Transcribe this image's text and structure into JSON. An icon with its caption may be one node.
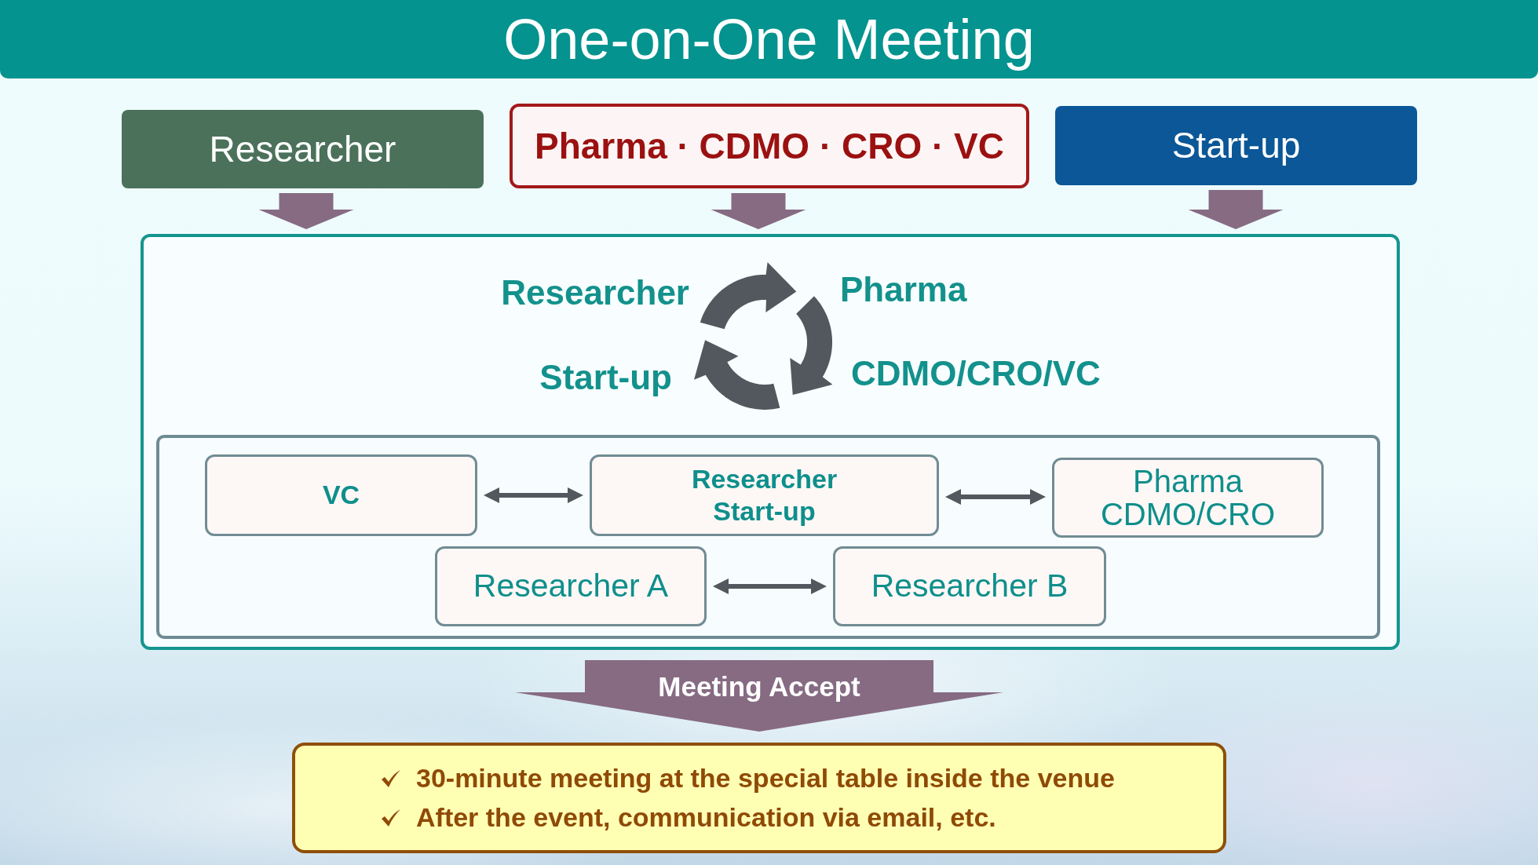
{
  "diagram": {
    "title": "One-on-One Meeting",
    "nodes": [
      {
        "text": [
          "Researcher"
        ]
      },
      {
        "text": [
          "Pharma · CDMO · CRO · VC"
        ]
      },
      {
        "text": [
          "Start-up"
        ]
      },
      {
        "text": [
          "Researcher",
          "Pharma",
          "Start-up",
          "CDMO/CRO/VC"
        ]
      },
      {
        "text": [],
        "shape": "box",
        "in": 3
      },
      {
        "text": [
          "VC"
        ],
        "in": 4
      },
      {
        "text": [
          "Researcher Start-up"
        ],
        "in": 4
      },
      {
        "text": [
          "Pharma CDMO/CRO"
        ],
        "in": 4
      },
      {
        "text": [
          "Researcher A"
        ],
        "in": 4
      },
      {
        "text": [
          "Researcher B"
        ],
        "in": 4
      },
      {
        "text": [
          "30-minute meeting at the special table inside the venue",
          "After the event, communication via email, etc."
        ]
      }
    ],
    "edges": [
      {
        "from": 0,
        "to": 3,
        "arrow": "to",
        "style": "thick"
      },
      {
        "from": 1,
        "to": 3,
        "arrow": "to",
        "style": "thick"
      },
      {
        "from": 2,
        "to": 3,
        "arrow": "to",
        "style": "thick"
      },
      {
        "from": 5,
        "to": 6,
        "arrow": "both",
        "color": "#53585f"
      },
      {
        "from": 6,
        "to": 7,
        "arrow": "both",
        "color": "#53585f"
      },
      {
        "from": 8,
        "to": 9,
        "arrow": "both",
        "color": "#53585f"
      },
      {
        "from": 3,
        "to": 10,
        "arrow": "to",
        "style": "thick",
        "label": "Meeting Accept"
      }
    ]
  }
}
